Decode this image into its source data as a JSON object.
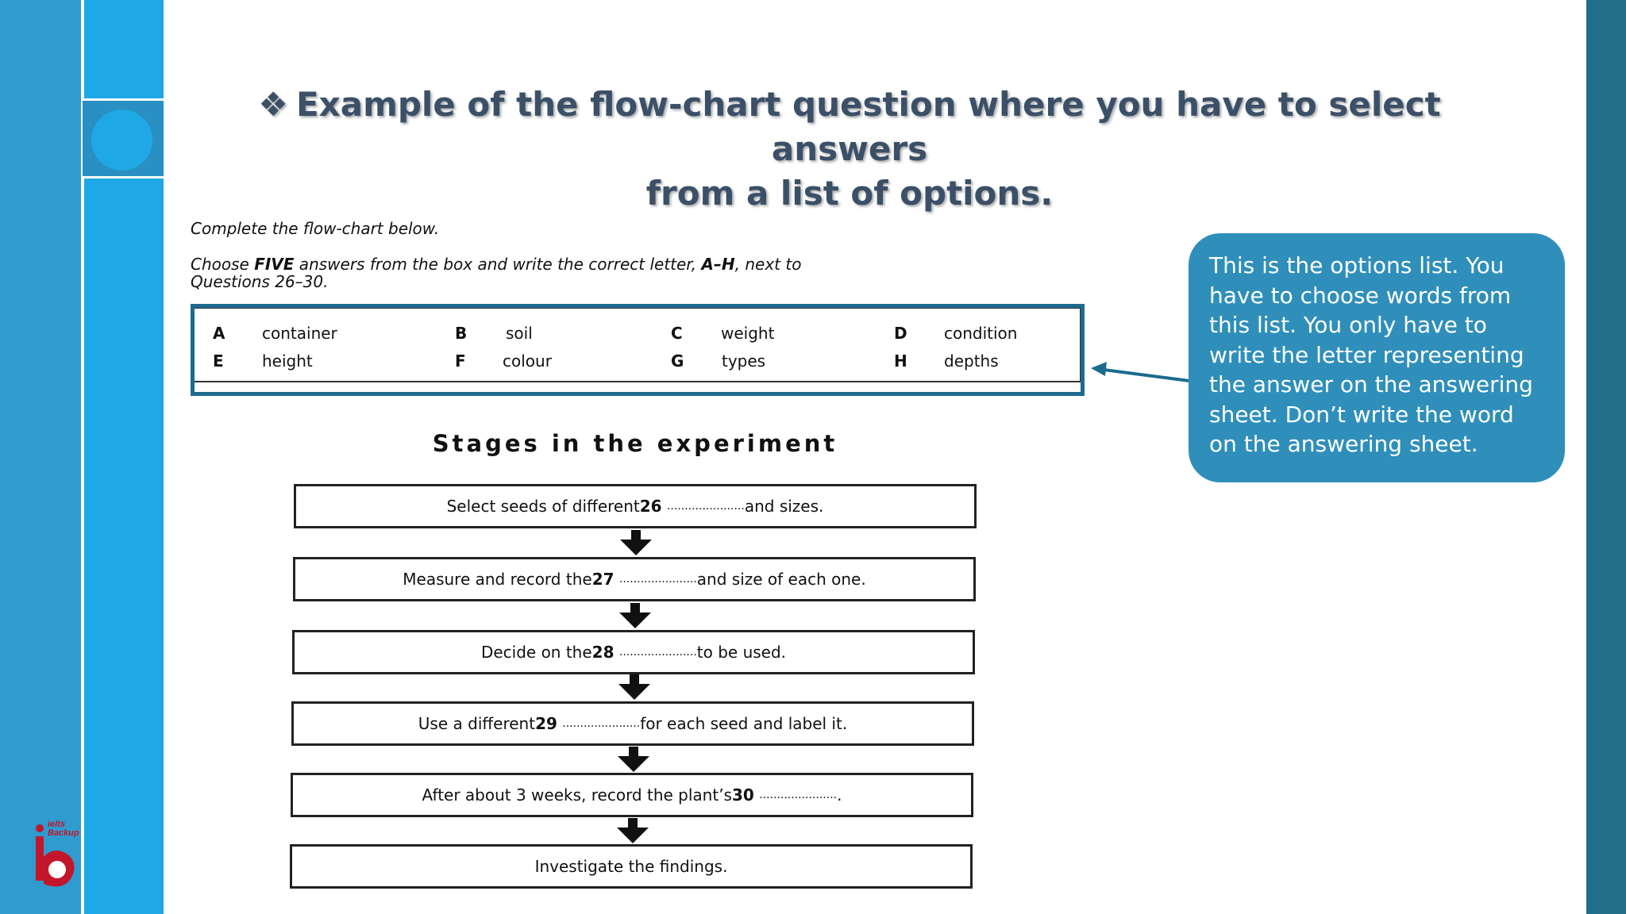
{
  "slide": {
    "title_bullet": "❖",
    "title_line1": "Example of the flow-chart question where you have to select answers",
    "title_line2": "from a list of options."
  },
  "question": {
    "instruction1": "Complete the flow-chart below.",
    "instruction2_pre": "Choose ",
    "instruction2_bold": "FIVE",
    "instruction2_mid": " answers from the box and write the correct letter, ",
    "instruction2_bold2": "A–H",
    "instruction2_post": ", next to",
    "instruction2_line2": "Questions 26–30."
  },
  "options": [
    {
      "letter": "A",
      "word": "container"
    },
    {
      "letter": "B",
      "word": "soil"
    },
    {
      "letter": "C",
      "word": "weight"
    },
    {
      "letter": "D",
      "word": "condition"
    },
    {
      "letter": "E",
      "word": "height"
    },
    {
      "letter": "F",
      "word": "colour"
    },
    {
      "letter": "G",
      "word": "types"
    },
    {
      "letter": "H",
      "word": "depths"
    }
  ],
  "callout": {
    "text": "This is the options list. You have to choose words from this list. You only have to write the letter representing the answer on the answering sheet. Don’t write the word on the answering sheet."
  },
  "flowchart": {
    "title": "Stages in the experiment",
    "steps": [
      {
        "pre": "Select seeds of different ",
        "num": "26",
        "blank": "......................",
        "post": " and sizes."
      },
      {
        "pre": "Measure and record the ",
        "num": "27",
        "blank": "......................",
        "post": " and size of each one."
      },
      {
        "pre": "Decide on the ",
        "num": "28",
        "blank": "......................",
        "post": " to be used."
      },
      {
        "pre": "Use a different ",
        "num": "29",
        "blank": "......................",
        "post": " for each seed and label it."
      },
      {
        "pre": "After about 3 weeks, record the plant’s ",
        "num": "30",
        "blank": "......................",
        "post": " ."
      },
      {
        "pre": "Investigate the findings.",
        "num": "",
        "blank": "",
        "post": ""
      }
    ]
  },
  "logo": {
    "text_line1": "ielts",
    "text_line2": "Backup"
  },
  "colors": {
    "bar_outer": "#2f9bcf",
    "bar_inner": "#1ea8e6",
    "bar_right": "#226d8a",
    "callout": "#2f8fba",
    "options_outline": "#1d6a8e",
    "title": "#3b5068",
    "logo": "#c4162a"
  }
}
